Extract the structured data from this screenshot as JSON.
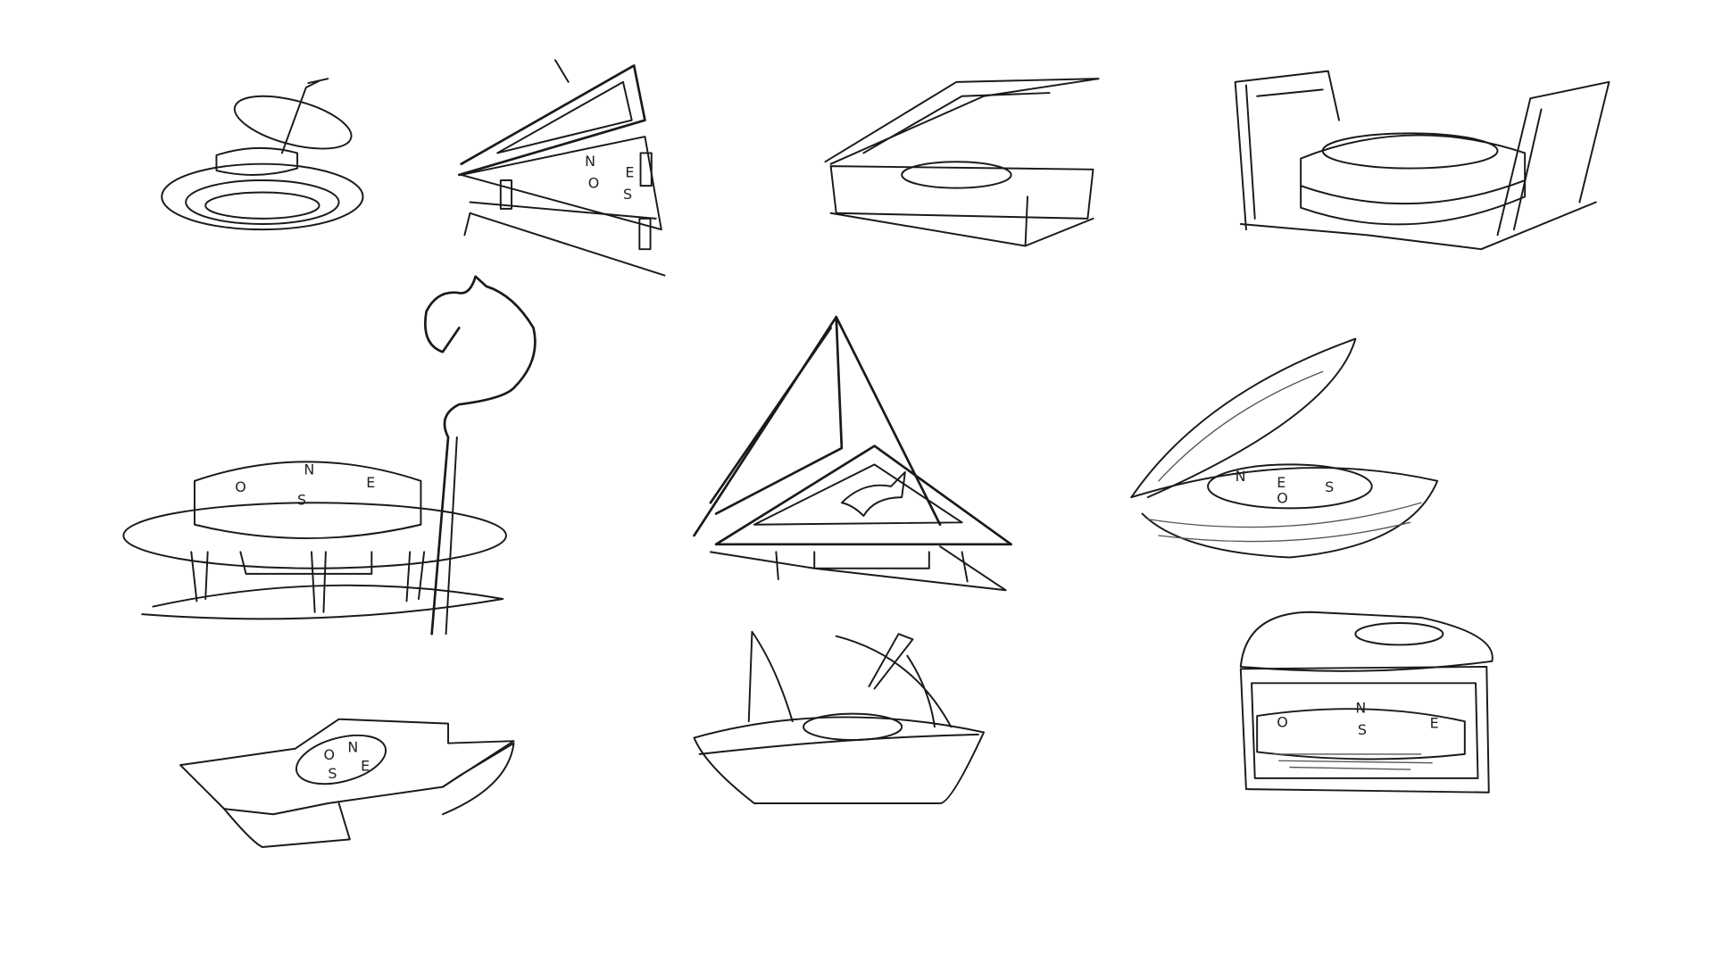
{
  "canvas": {
    "background": "#ffffff",
    "ink": "#1a1a1a"
  },
  "sketches": [
    {
      "id": "spiral-compass",
      "letters": []
    },
    {
      "id": "triangle-lid-compass",
      "letters": [
        "N",
        "O",
        "E",
        "S"
      ]
    },
    {
      "id": "flat-box-compass",
      "letters": []
    },
    {
      "id": "frame-compass",
      "letters": []
    },
    {
      "id": "horse-head-table-compass",
      "letters": [
        "O",
        "N",
        "E",
        "S"
      ]
    },
    {
      "id": "tent-bird-compass",
      "letters": []
    },
    {
      "id": "clam-compass",
      "letters": [
        "N",
        "E",
        "O",
        "S"
      ]
    },
    {
      "id": "cross-compass",
      "letters": [
        "N",
        "O",
        "S",
        "E"
      ]
    },
    {
      "id": "boat-sail-compass",
      "letters": []
    },
    {
      "id": "tin-lid-compass",
      "letters": [
        "O",
        "N",
        "S",
        "E"
      ]
    }
  ]
}
